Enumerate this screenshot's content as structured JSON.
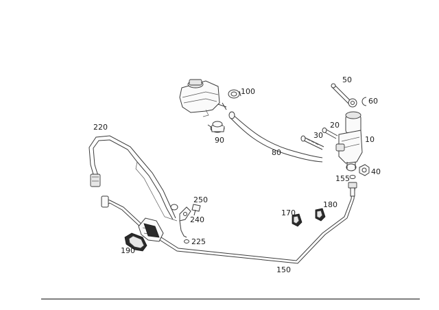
{
  "diagram": {
    "part_numbers": {
      "p10": "10",
      "p20": "20",
      "p30": "30",
      "p40": "40",
      "p50": "50",
      "p60": "60",
      "p80": "80",
      "p90": "90",
      "p100": "100",
      "p150": "150",
      "p155": "155",
      "p170": "170",
      "p180": "180",
      "p190": "190",
      "p220": "220",
      "p225": "225",
      "p240": "240",
      "p250": "250"
    }
  }
}
